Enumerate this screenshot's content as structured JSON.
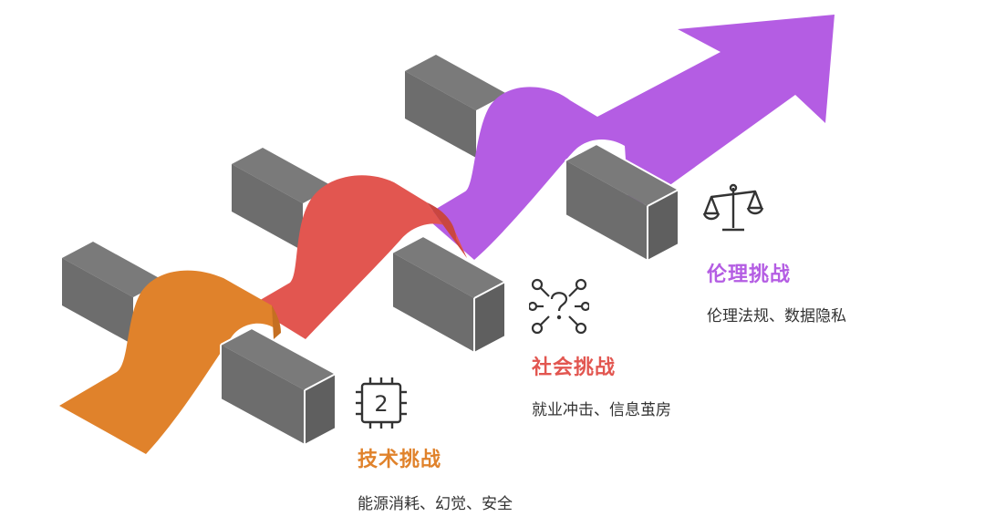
{
  "colors": {
    "tech": "#E0822B",
    "social": "#E25650",
    "ethics": "#B45DE3",
    "barrier_top": "#7a7a7a",
    "barrier_side": "#5f5f5f",
    "barrier_front": "#6d6d6d",
    "icon": "#333333"
  },
  "stages": [
    {
      "key": "tech",
      "title": "技术挑战",
      "description": "能源消耗、幻觉、安全",
      "icon": "chip-icon",
      "chip_label": "2"
    },
    {
      "key": "social",
      "title": "社会挑战",
      "description": "就业冲击、信息茧房",
      "icon": "network-question-icon"
    },
    {
      "key": "ethics",
      "title": "伦理挑战",
      "description": "伦理法规、数据隐私",
      "icon": "scales-icon"
    }
  ]
}
